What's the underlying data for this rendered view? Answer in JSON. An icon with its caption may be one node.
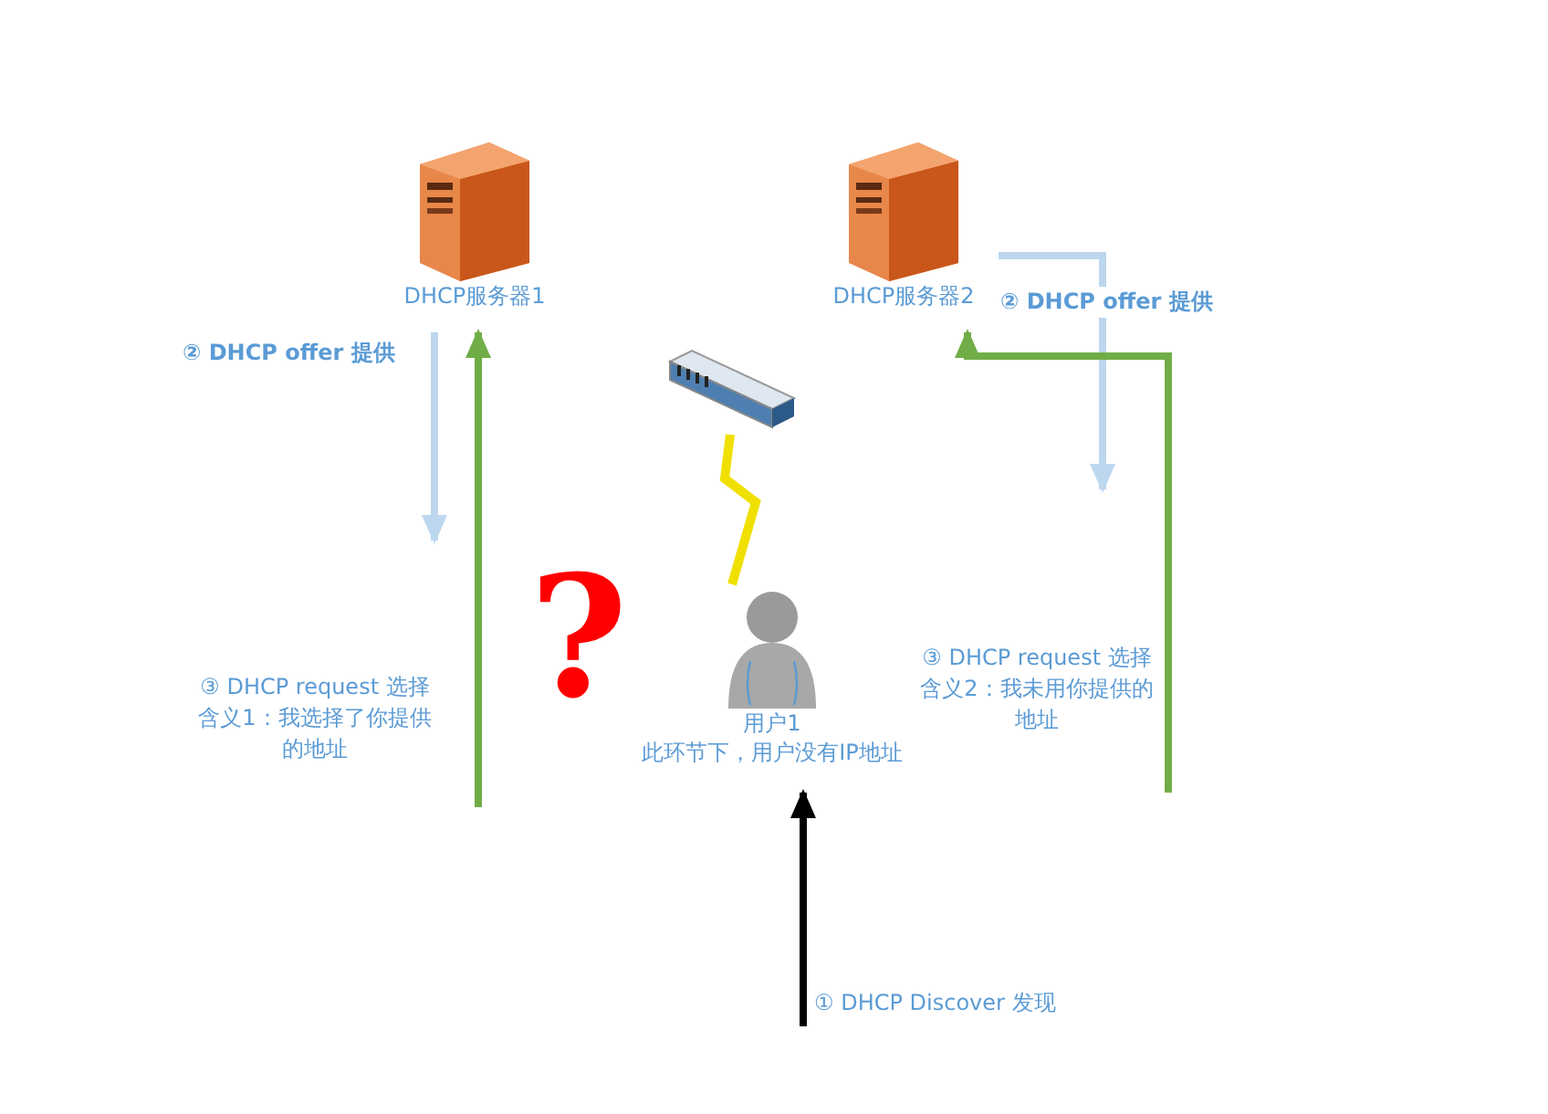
{
  "diagram": {
    "nodes": [
      {
        "text": [
          "DHCP服务器1"
        ]
      },
      {
        "text": [
          "DHCP服务器2"
        ]
      },
      {
        "text": [],
        "shape": "picture"
      },
      {
        "text": [
          "用户1"
        ],
        "beside": [
          "此环节下，用户没有IP地址"
        ]
      }
    ],
    "edges": [
      {
        "from": 0,
        "to": null,
        "arrow": "to",
        "label": "② DHCP offer 提供",
        "color": "#bdd7ee"
      },
      {
        "from": null,
        "to": 0,
        "arrow": "to",
        "label": "③ DHCP request 选择含义1：我选择了你提供的地址",
        "color": "#70ad47"
      },
      {
        "from": 1,
        "to": null,
        "arrow": "to",
        "label": "② DHCP offer 提供",
        "color": "#bdd7ee"
      },
      {
        "from": null,
        "to": 1,
        "arrow": "to",
        "label": "③ DHCP request 选择含义2：我未用你提供的地址",
        "color": "#70ad47"
      },
      {
        "from": null,
        "to": 3,
        "arrow": "to",
        "label": "① DHCP Discover 发现",
        "color": "#000000"
      },
      {
        "from": 2,
        "to": 3,
        "arrow": "none",
        "color": "#f0e000"
      }
    ],
    "labels": [
      "?"
    ]
  }
}
